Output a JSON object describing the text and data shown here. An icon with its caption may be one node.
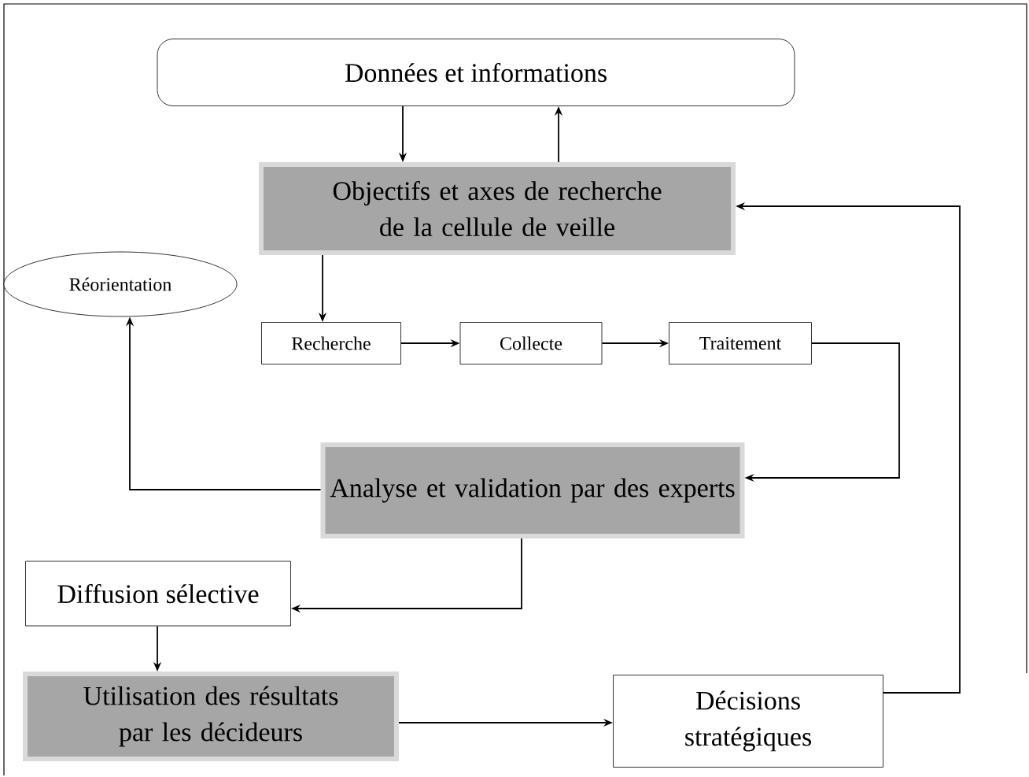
{
  "diagram": {
    "nodes": [
      {
        "text": [
          "Données et informations"
        ]
      },
      {
        "text": [
          "Objectifs et axes de recherche de la cellule de veille"
        ]
      },
      {
        "text": [
          "Réorientation"
        ]
      },
      {
        "text": [
          "Recherche"
        ]
      },
      {
        "text": [
          "Collecte"
        ]
      },
      {
        "text": [
          "Traitement"
        ]
      },
      {
        "text": [
          "Analyse et validation par des experts"
        ]
      },
      {
        "text": [
          "Diffusion sélective"
        ]
      },
      {
        "text": [
          "Utilisation des résultats par les décideurs"
        ]
      },
      {
        "text": [
          "Décisions stratégiques"
        ]
      }
    ],
    "edges": [
      {
        "from": 0,
        "to": 1,
        "arrow": "to"
      },
      {
        "from": 1,
        "to": 0,
        "arrow": "to"
      },
      {
        "from": 1,
        "to": 3,
        "arrow": "to"
      },
      {
        "from": 3,
        "to": 4,
        "arrow": "to"
      },
      {
        "from": 4,
        "to": 5,
        "arrow": "to"
      },
      {
        "from": 5,
        "to": 6,
        "arrow": "to"
      },
      {
        "from": 6,
        "to": 2,
        "arrow": "to"
      },
      {
        "from": 6,
        "to": 7,
        "arrow": "to"
      },
      {
        "from": 7,
        "to": 8,
        "arrow": "to"
      },
      {
        "from": 8,
        "to": 9,
        "arrow": "to"
      },
      {
        "from": 9,
        "to": 1,
        "arrow": "to"
      }
    ]
  }
}
